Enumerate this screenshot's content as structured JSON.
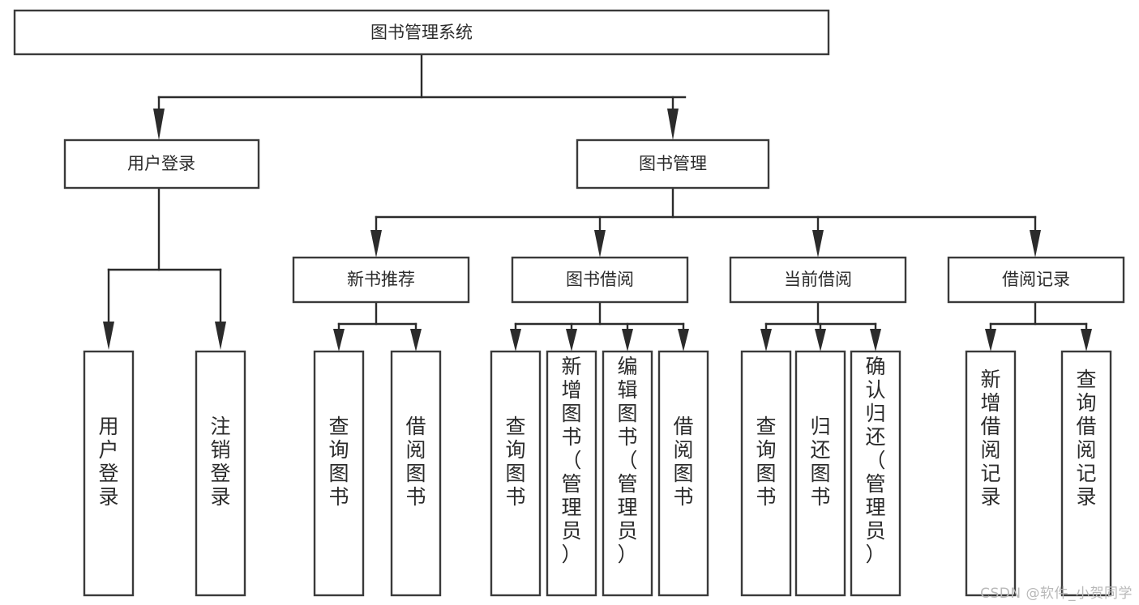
{
  "diagram": {
    "title": "图书管理系统",
    "type": "tree",
    "orientation": "top-down",
    "colors": {
      "box_fill": "#ffffff",
      "box_stroke": "#3a3a3a",
      "edge": "#2b2b2b",
      "text": "#2b2b2b",
      "background": "#ffffff",
      "watermark": "#b8b8b8"
    },
    "nodes": {
      "root": {
        "label": "图书管理系统",
        "level": 0,
        "orient": "horizontal"
      },
      "l1": [
        {
          "id": "user-login",
          "label": "用户登录",
          "level": 1,
          "orient": "horizontal"
        },
        {
          "id": "book-management",
          "label": "图书管理",
          "level": 1,
          "orient": "horizontal"
        }
      ],
      "l2": [
        {
          "id": "new-book-recommend",
          "label": "新书推荐",
          "level": 2,
          "orient": "horizontal",
          "parent": "book-management"
        },
        {
          "id": "book-borrow",
          "label": "图书借阅",
          "level": 2,
          "orient": "horizontal",
          "parent": "book-management"
        },
        {
          "id": "current-borrow",
          "label": "当前借阅",
          "level": 2,
          "orient": "horizontal",
          "parent": "book-management"
        },
        {
          "id": "borrow-record",
          "label": "借阅记录",
          "level": 2,
          "orient": "horizontal",
          "parent": "book-management"
        }
      ],
      "leaves": [
        {
          "id": "leaf-user-login",
          "label": "用户登录",
          "chars": [
            "用",
            "户",
            "登",
            "录"
          ],
          "parent": "user-login",
          "orient": "vertical"
        },
        {
          "id": "leaf-logout",
          "label": "注销登录",
          "chars": [
            "注",
            "销",
            "登",
            "录"
          ],
          "parent": "user-login",
          "orient": "vertical"
        },
        {
          "id": "leaf-query-book-1",
          "label": "查询图书",
          "chars": [
            "查",
            "询",
            "图",
            "书"
          ],
          "parent": "new-book-recommend",
          "orient": "vertical"
        },
        {
          "id": "leaf-borrow-book-1",
          "label": "借阅图书",
          "chars": [
            "借",
            "阅",
            "图",
            "书"
          ],
          "parent": "new-book-recommend",
          "orient": "vertical"
        },
        {
          "id": "leaf-query-book-2",
          "label": "查询图书",
          "chars": [
            "查",
            "询",
            "图",
            "书"
          ],
          "parent": "book-borrow",
          "orient": "vertical"
        },
        {
          "id": "leaf-add-book",
          "label": "新增图书（管理员）",
          "chars": [
            "新",
            "增",
            "图",
            "书",
            "（",
            "管",
            "理",
            "员",
            "）"
          ],
          "parent": "book-borrow",
          "orient": "vertical"
        },
        {
          "id": "leaf-edit-book",
          "label": "编辑图书（管理员）",
          "chars": [
            "编",
            "辑",
            "图",
            "书",
            "（",
            "管",
            "理",
            "员",
            "）"
          ],
          "parent": "book-borrow",
          "orient": "vertical"
        },
        {
          "id": "leaf-borrow-book-2",
          "label": "借阅图书",
          "chars": [
            "借",
            "阅",
            "图",
            "书"
          ],
          "parent": "book-borrow",
          "orient": "vertical"
        },
        {
          "id": "leaf-query-book-3",
          "label": "查询图书",
          "chars": [
            "查",
            "询",
            "图",
            "书"
          ],
          "parent": "current-borrow",
          "orient": "vertical"
        },
        {
          "id": "leaf-return-book",
          "label": "归还图书",
          "chars": [
            "归",
            "还",
            "图",
            "书"
          ],
          "parent": "current-borrow",
          "orient": "vertical"
        },
        {
          "id": "leaf-confirm-return",
          "label": "确认归还（管理员）",
          "chars": [
            "确",
            "认",
            "归",
            "还",
            "（",
            "管",
            "理",
            "员",
            "）"
          ],
          "parent": "current-borrow",
          "orient": "vertical"
        },
        {
          "id": "leaf-add-record",
          "label": "新增借阅记录",
          "chars": [
            "新",
            "增",
            "借",
            "阅",
            "记",
            "录"
          ],
          "parent": "borrow-record",
          "orient": "vertical"
        },
        {
          "id": "leaf-query-record",
          "label": "查询借阅记录",
          "chars": [
            "查",
            "询",
            "借",
            "阅",
            "记",
            "录"
          ],
          "parent": "borrow-record",
          "orient": "vertical"
        }
      ]
    }
  },
  "watermark": {
    "text": "CSDN @软件_小贺同学"
  }
}
